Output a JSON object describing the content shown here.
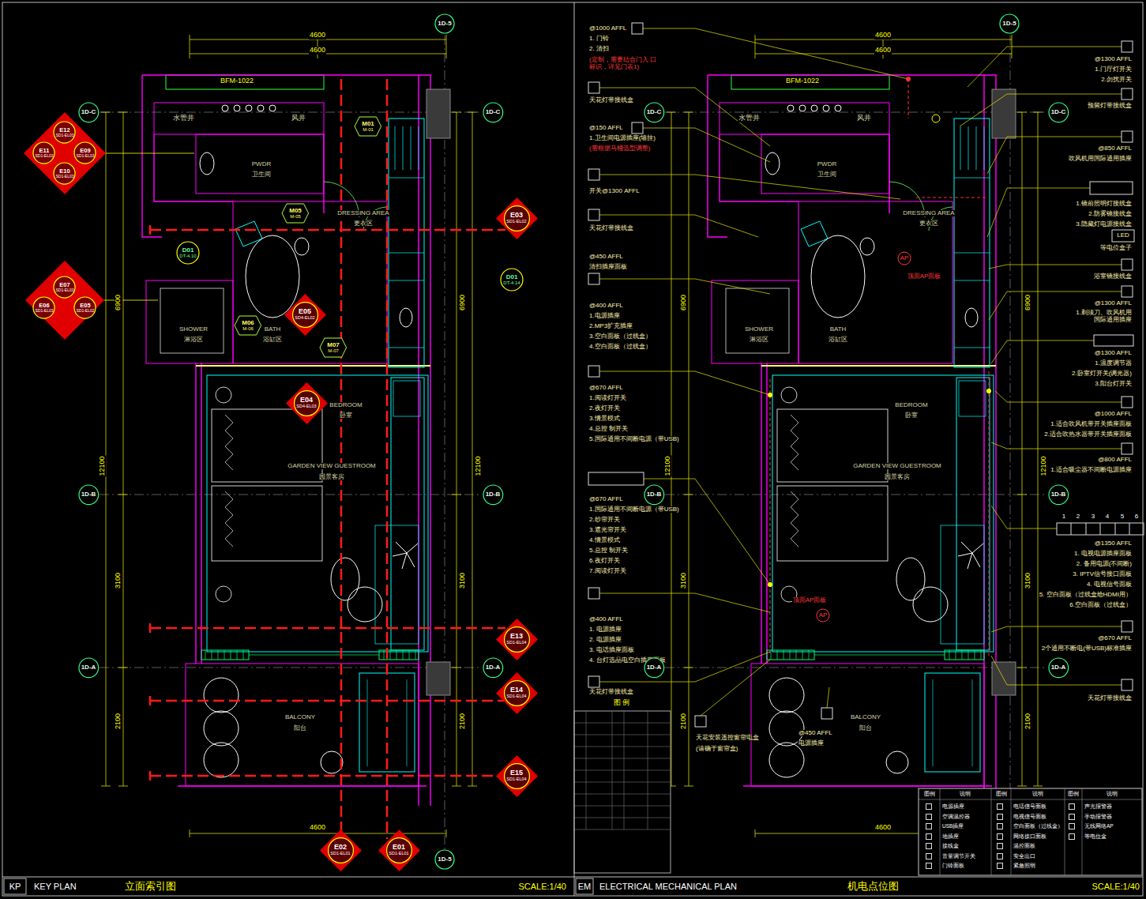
{
  "diagram": {
    "nodes": [
      {
        "text": [
          "1D-5"
        ]
      },
      {
        "text": [
          "1D-C"
        ]
      },
      {
        "text": [
          "1D-C"
        ]
      },
      {
        "text": [
          "1D-B"
        ]
      },
      {
        "text": [
          "1D-B"
        ]
      },
      {
        "text": [
          "1D-A"
        ]
      },
      {
        "text": [
          "1D-A"
        ]
      },
      {
        "text": [
          "1D-5"
        ]
      },
      {
        "text": [
          "1D-5"
        ]
      },
      {
        "text": [
          "1D-C"
        ]
      },
      {
        "text": [
          "1D-C"
        ]
      },
      {
        "text": [
          "1D-B"
        ]
      },
      {
        "text": [
          "1D-B"
        ]
      },
      {
        "text": [
          "1D-A"
        ]
      },
      {
        "text": [
          "1D-A"
        ]
      },
      {
        "text": [
          "E12",
          "SD1-EL03"
        ]
      },
      {
        "text": [
          "E11",
          "SD1-EL03"
        ]
      },
      {
        "text": [
          "E09",
          "SD1-EL03"
        ]
      },
      {
        "text": [
          "E10",
          "SD1-EL03"
        ]
      },
      {
        "text": [
          "E07",
          "SD1-EL03"
        ]
      },
      {
        "text": [
          "E06",
          "SD1-EL03"
        ]
      },
      {
        "text": [
          "E05",
          "SD1-EL02"
        ]
      },
      {
        "text": [
          "E03",
          "SD1-EL02"
        ]
      },
      {
        "text": [
          "E05",
          "SD4-EL02"
        ]
      },
      {
        "text": [
          "E04",
          "SD4-EL03"
        ]
      },
      {
        "text": [
          "E13",
          "SD1-EL04"
        ]
      },
      {
        "text": [
          "E14",
          "SD1-EL04"
        ]
      },
      {
        "text": [
          "E15",
          "SD1-EL04"
        ]
      },
      {
        "text": [
          "E02",
          "SD1-EL01"
        ]
      },
      {
        "text": [
          "E01",
          "SD1-EL01"
        ]
      },
      {
        "text": [
          "M01",
          "M-01"
        ]
      },
      {
        "text": [
          "M05",
          "M-05"
        ]
      },
      {
        "text": [
          "M06",
          "M-06"
        ]
      },
      {
        "text": [
          "M07",
          "M-07"
        ]
      },
      {
        "text": [
          "D01",
          "DT-4.10"
        ]
      },
      {
        "text": [
          "D01",
          "DT-4.14"
        ]
      },
      {
        "text": [
          "AP"
        ]
      },
      {
        "text": [
          "AP"
        ]
      }
    ],
    "labels": [
      "4600",
      "4600",
      "4600",
      "6900",
      "12100",
      "3100",
      "2100",
      "6900",
      "12100",
      "3100",
      "2100",
      "BFM-1022",
      "水管井",
      "风井",
      "PWDR",
      "卫生间",
      "DRESSING AREA",
      "更衣区",
      "SHOWER",
      "淋浴区",
      "BATH",
      "浴缸区",
      "BEDROOM",
      "卧室",
      "GARDEN VIEW GUESTROOM",
      "园景客房",
      "BALCONY",
      "阳台",
      "4600",
      "4600",
      "4600",
      "6900",
      "12100",
      "3100",
      "2100",
      "6900",
      "12100",
      "3100",
      "2100",
      "BFM-1022",
      "水管井",
      "风井",
      "PWDR",
      "卫生间",
      "DRESSING AREA",
      "更衣区",
      "SHOWER",
      "淋浴区",
      "BATH",
      "浴缸区",
      "BEDROOM",
      "卧室",
      "GARDEN VIEW GUESTROOM",
      "园景客房",
      "BALCONY",
      "阳台",
      "@1000 AFFL",
      "1. 门铃",
      "2. 清扫",
      "(定制，需要结合门入 口标识，详见门表1)",
      "天花灯带接线盒",
      "@150 AFFL",
      "1.卫生间电源插座(墙挂)",
      "(需根据马桶选型调整)",
      "开关@1300 AFFL",
      "天花灯带接线盒",
      "@450 AFFL",
      "清扫插座面板",
      "@400 AFFL",
      "1.电源插座",
      "2.MP3扩充插座",
      "3.空白面板（过线盒）",
      "4.空白面板（过线盒）",
      "@670 AFFL",
      "1.阅读灯开关",
      "2.夜灯开关",
      "3.情景模式",
      "4.总控 制开关",
      "5.国际通用不间断电源（带USB)",
      "@670 AFFL",
      "1.国际通用不间断电源（带USB)",
      "2.纱帘开关",
      "3.遮光帘开关",
      "4.情景模式",
      "5.总控 制开关",
      "6.夜灯开关",
      "7.阅读灯开关",
      "@400 AFFL",
      "1. 电源插座",
      "2. 电源插座",
      "3. 电话插座面板",
      "4. 台灯选品电空白插座面板",
      "天花灯带接线盒",
      "天花安装遥控窗帘电盒",
      "(请确于窗帘盒)",
      "@450 AFFL",
      "电源插座",
      "@1300 AFFL",
      "1.门厅灯开关",
      "2.勿扰开关",
      "预留灯带接线盒",
      "@850 AFFL",
      "吹风机用国际通用插座",
      "1.镜前照明灯接线盒",
      "2.防雾镜接线盒",
      "3.隐藏灯电源接线盒",
      "LED",
      "等电位盒子",
      "浴室镜接线盒",
      "@1300 AFFL",
      "1.剃须刀、吹风机用 国际通用插座",
      "@1300 AFFL",
      "1.温度调节器",
      "2.卧室灯开关(调光器)",
      "3.阳台灯开关",
      "@1000 AFFL",
      "1.适合吹风机带开关插座面板",
      "2.适合吹热水器带开关插座面板",
      "@800 AFFL",
      "1.适合吸尘器不间断电源插座",
      "1",
      "2",
      "3",
      "4",
      "5",
      "6",
      "@1350 AFFL",
      "1. 电视电源插座面板",
      "2. 备用电源(不间断)",
      "3. IPTV信号接口面板",
      "4. 电视信号面板",
      "5. 空白面板（过线盒给HDMI用）",
      "6.空白面板（过线盒）",
      "@670 AFFL",
      "2个通用不断电(带USB)标准插座",
      "天花灯带接线盒",
      "顶面AP面板",
      "顶面AP面板",
      "图 例",
      "图例",
      "说明",
      "图例",
      "说明",
      "图例",
      "说明",
      "KP",
      "KEY PLAN",
      "立面索引图",
      "SCALE:1/40",
      "EM",
      "ELECTRICAL MECHANICAL PLAN",
      "机电点位图",
      "SCALE:1/40"
    ],
    "legend": [
      {
        "text": "电源插座"
      },
      {
        "text": "空调温控器"
      },
      {
        "text": "USB插座"
      },
      {
        "text": "地插座"
      },
      {
        "text": "接线盒"
      },
      {
        "text": "音量调节开关"
      },
      {
        "text": "门铃面板"
      },
      {
        "text": "电话信号面板"
      },
      {
        "text": "电视信号面板"
      },
      {
        "text": "空白面板（过线盒）"
      },
      {
        "text": "网络接口面板"
      },
      {
        "text": "温控面板"
      },
      {
        "text": "安全出口"
      },
      {
        "text": "紧急照明"
      },
      {
        "text": "声光报警器"
      },
      {
        "text": "手动报警器"
      },
      {
        "text": "无线网络AP"
      },
      {
        "text": "等电位盒"
      }
    ]
  }
}
